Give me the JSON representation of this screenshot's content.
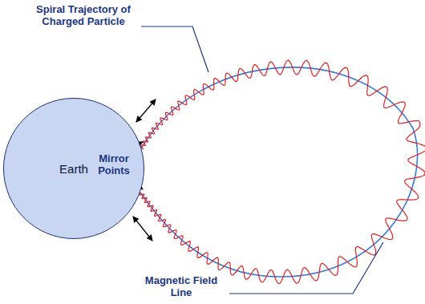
{
  "diagram": {
    "nodes": [
      {
        "text": [
          "Earth"
        ]
      }
    ],
    "labels": [
      "Spiral Trajectory of Charged Particle",
      "Mirror Points",
      "Magnetic Field Line"
    ]
  }
}
